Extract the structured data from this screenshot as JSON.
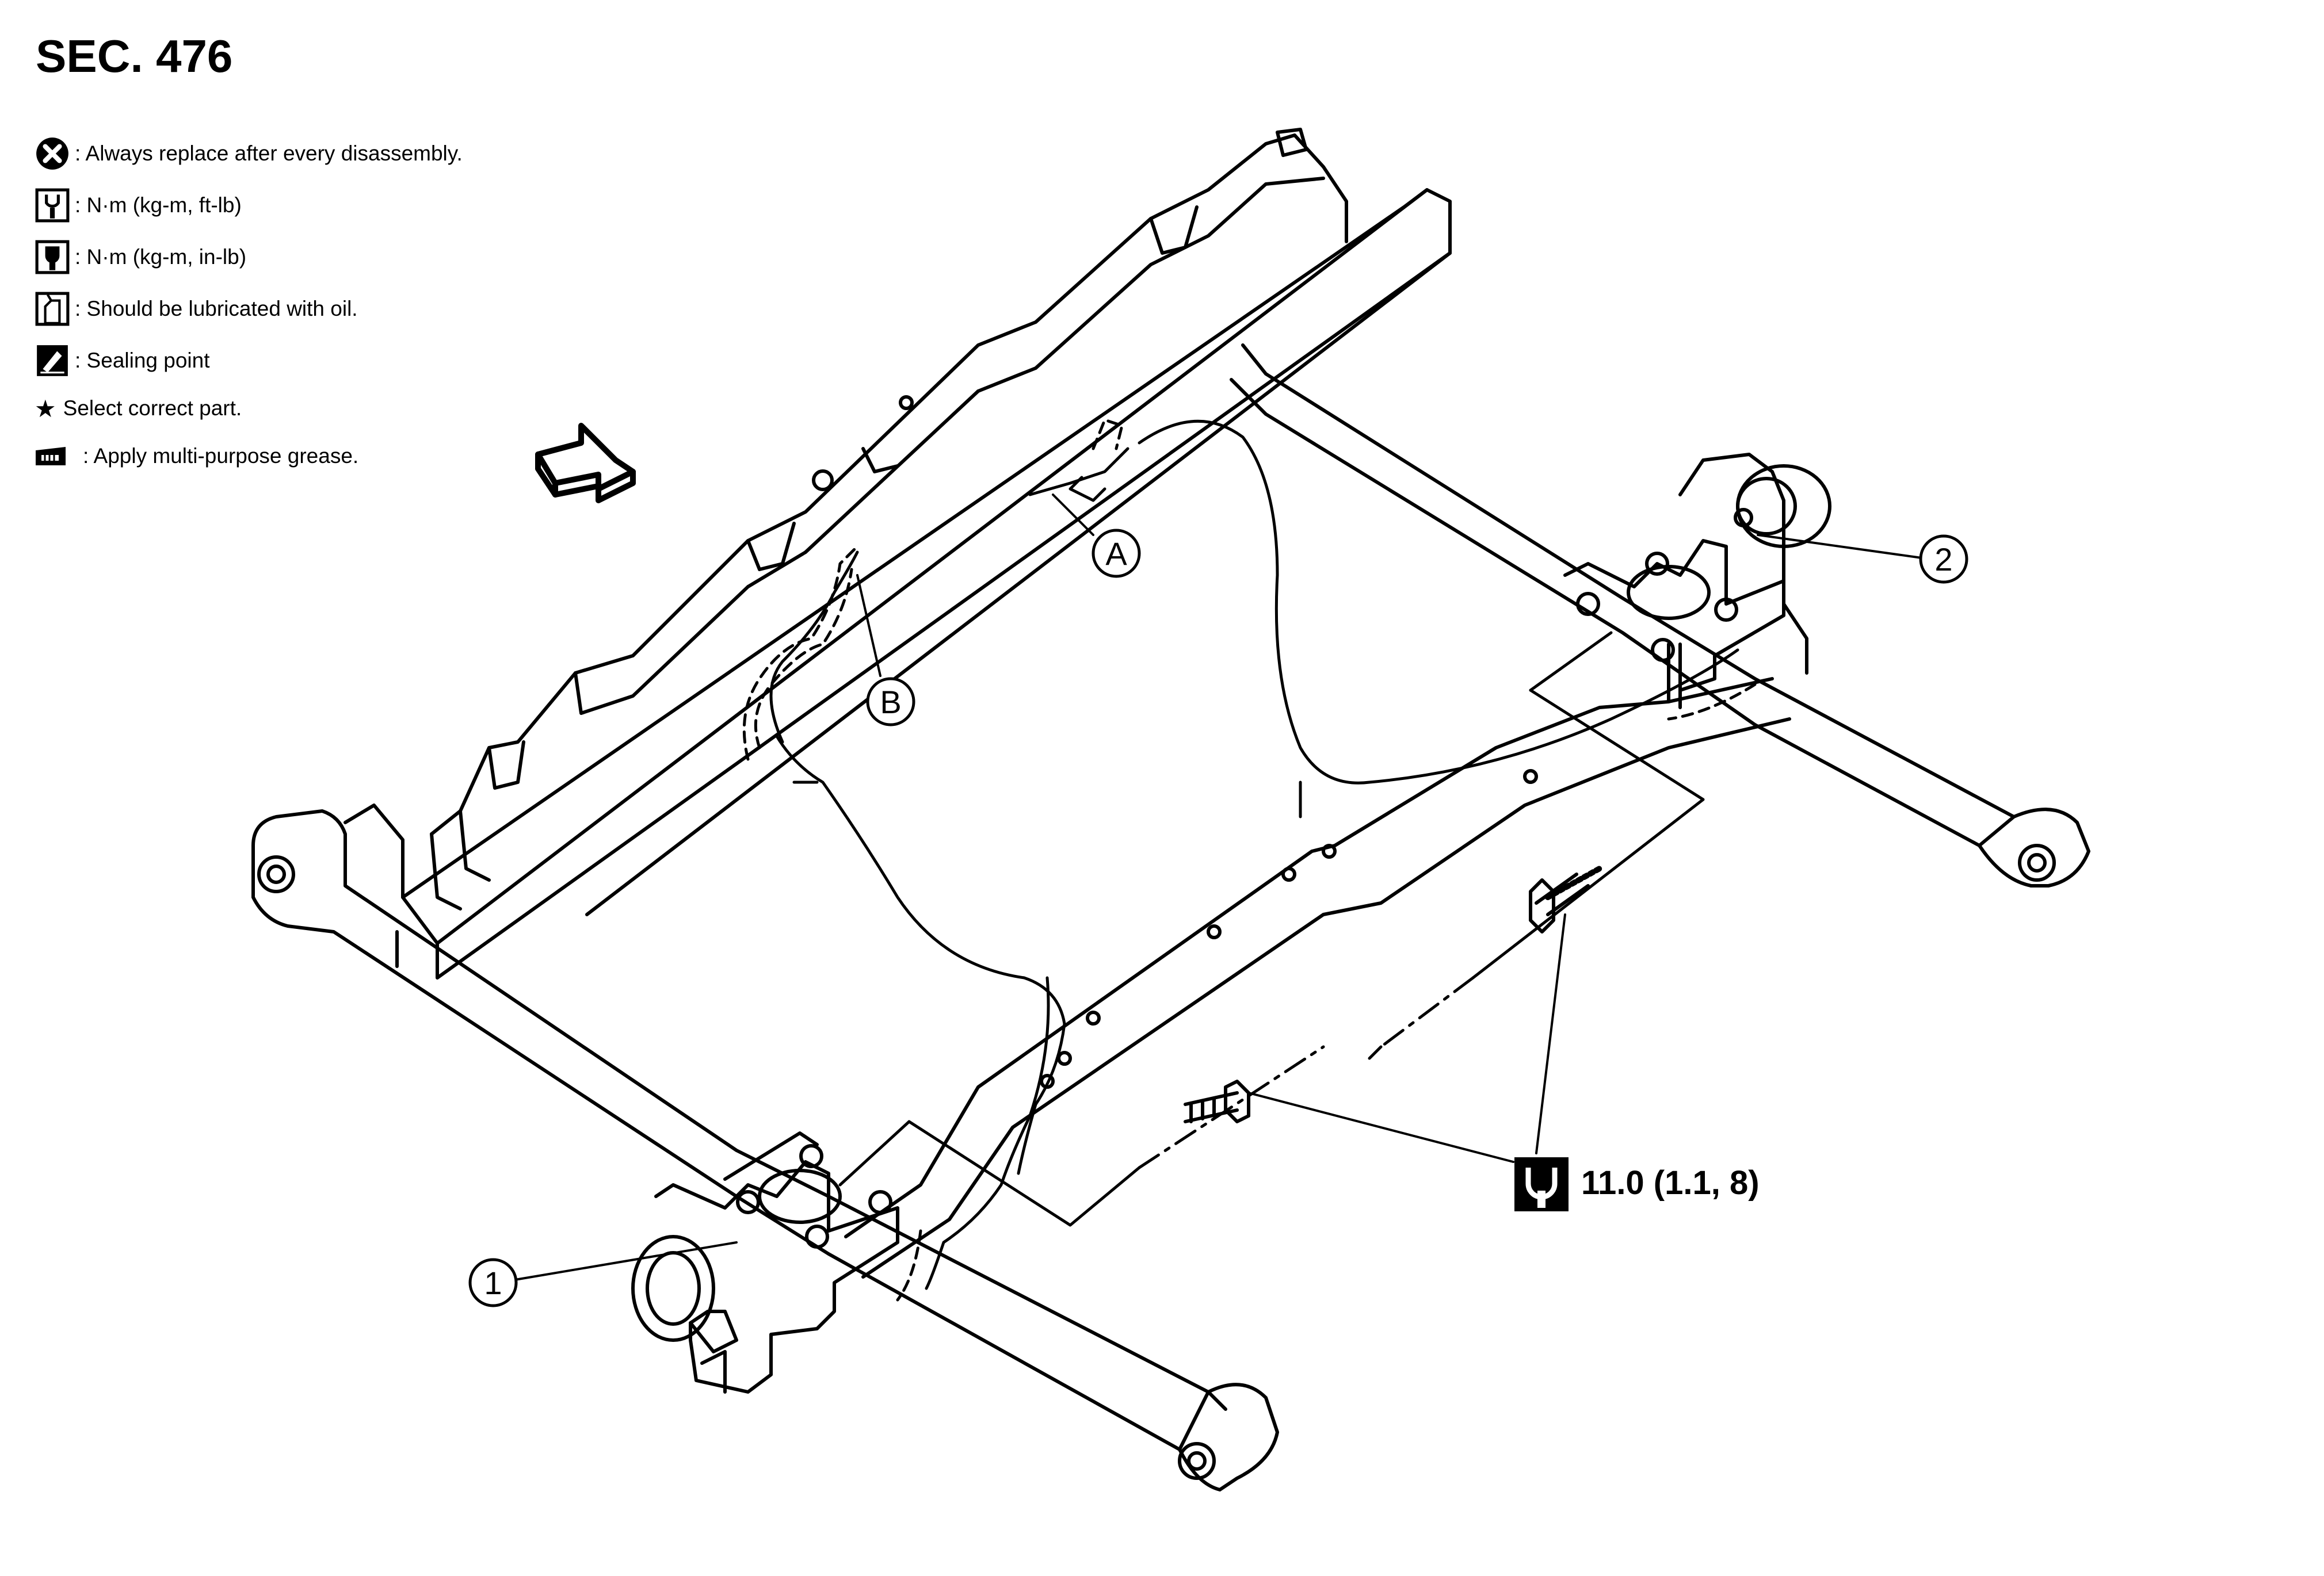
{
  "section": "SEC. 476",
  "legend": [
    {
      "icon": "always-replace-icon",
      "text": ": Always replace after every disassembly."
    },
    {
      "icon": "torque-ft-lb-icon",
      "text": ": N·m (kg-m, ft-lb)"
    },
    {
      "icon": "torque-in-lb-icon",
      "text": ": N·m (kg-m, in-lb)"
    },
    {
      "icon": "oil-can-icon",
      "text": ": Should be lubricated with oil."
    },
    {
      "icon": "sealing-point-icon",
      "text": ": Sealing point"
    },
    {
      "icon": "star-icon",
      "symbol": "★",
      "text": "Select correct part."
    },
    {
      "icon": "grease-icon",
      "text": ": Apply multi-purpose grease."
    }
  ],
  "callouts": {
    "one": "1",
    "two": "2",
    "a": "A",
    "b": "B"
  },
  "torque": {
    "icon": "torque-wrench-icon",
    "value": "11.0 (1.1, 8)"
  },
  "direction_arrow": "front-direction-arrow-icon"
}
